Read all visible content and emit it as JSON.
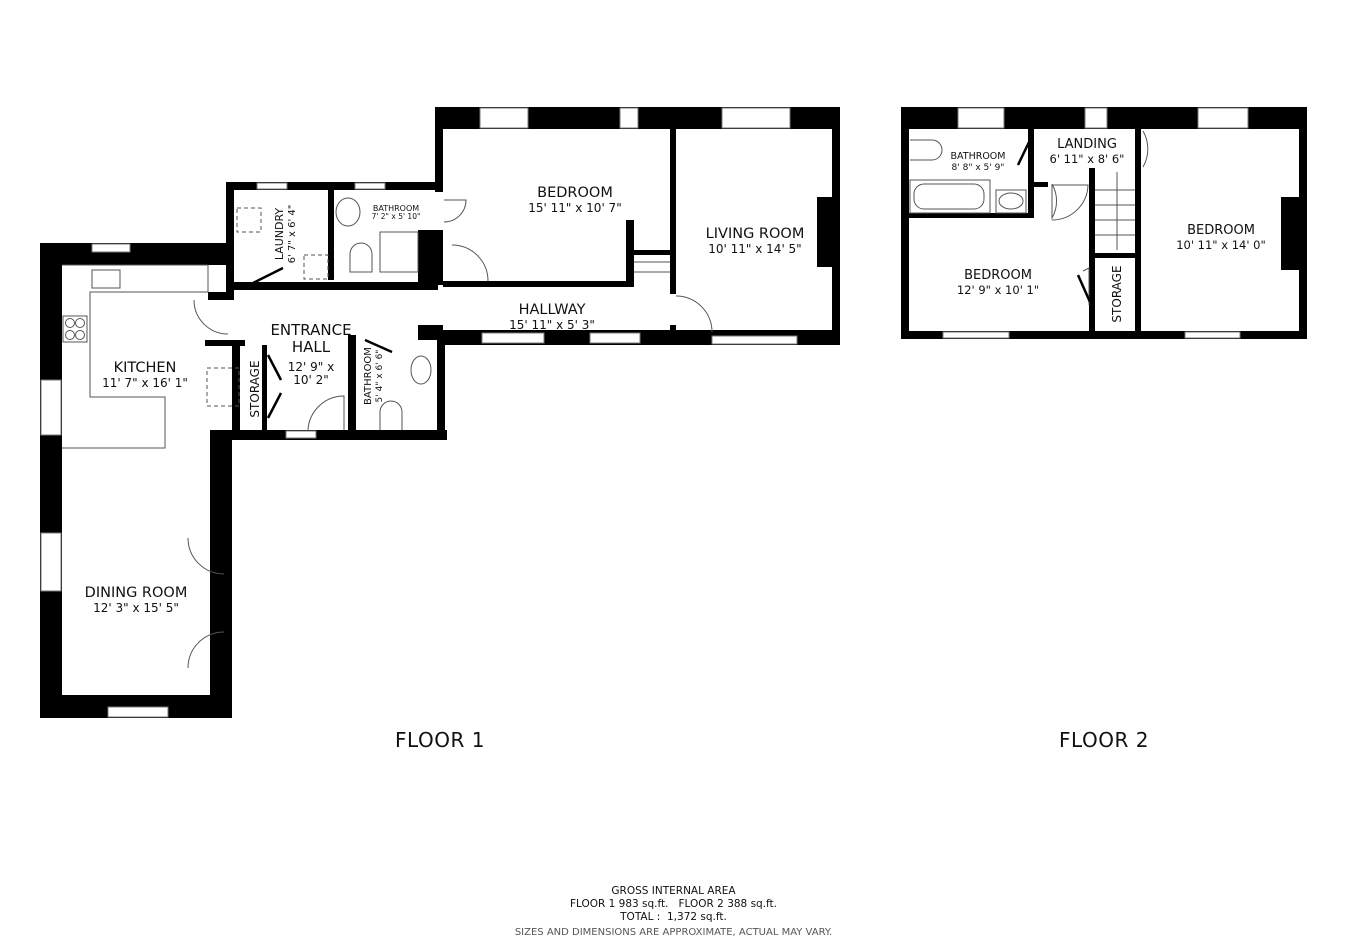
{
  "floors": [
    {
      "title": "FLOOR 1",
      "rooms": [
        {
          "name": "KITCHEN",
          "dimensions": "11' 7\" x 16' 1\""
        },
        {
          "name": "DINING ROOM",
          "dimensions": "12' 3\" x 15' 5\""
        },
        {
          "name": "LAUNDRY",
          "dimensions": "6' 7\" x 6' 4\""
        },
        {
          "name": "BATHROOM",
          "dimensions": "7' 2\" x 5' 10\""
        },
        {
          "name": "BEDROOM",
          "dimensions": "15' 11\" x 10' 7\""
        },
        {
          "name": "LIVING ROOM",
          "dimensions": "10' 11\" x 14' 5\""
        },
        {
          "name": "HALLWAY",
          "dimensions": "15' 11\" x 5' 3\""
        },
        {
          "name": "ENTRANCE HALL",
          "name_line1": "ENTRANCE",
          "name_line2": "HALL",
          "dimensions": "12' 9\" x 10' 2\"",
          "dim_line1": "12' 9\" x",
          "dim_line2": "10' 2\""
        },
        {
          "name": "STORAGE",
          "dimensions": ""
        },
        {
          "name": "BATHROOM",
          "dimensions": "5' 4\" x 6' 6\""
        }
      ]
    },
    {
      "title": "FLOOR 2",
      "rooms": [
        {
          "name": "BATHROOM",
          "dimensions": "8' 8\" x 5' 9\""
        },
        {
          "name": "LANDING",
          "dimensions": "6' 11\" x 8' 6\""
        },
        {
          "name": "BEDROOM",
          "dimensions": "12' 9\" x 10' 1\""
        },
        {
          "name": "STORAGE",
          "dimensions": ""
        },
        {
          "name": "BEDROOM",
          "dimensions": "10' 11\" x 14' 0\""
        }
      ]
    }
  ],
  "footer": {
    "heading": "GROSS INTERNAL AREA",
    "areas": "FLOOR 1 983 sq.ft.   FLOOR 2 388 sq.ft.",
    "total": "TOTAL :  1,372 sq.ft.",
    "disclaimer": "SIZES AND DIMENSIONS ARE APPROXIMATE, ACTUAL MAY VARY."
  },
  "colors": {
    "wall": "#000000",
    "background": "#ffffff",
    "fixture": "#555555"
  }
}
